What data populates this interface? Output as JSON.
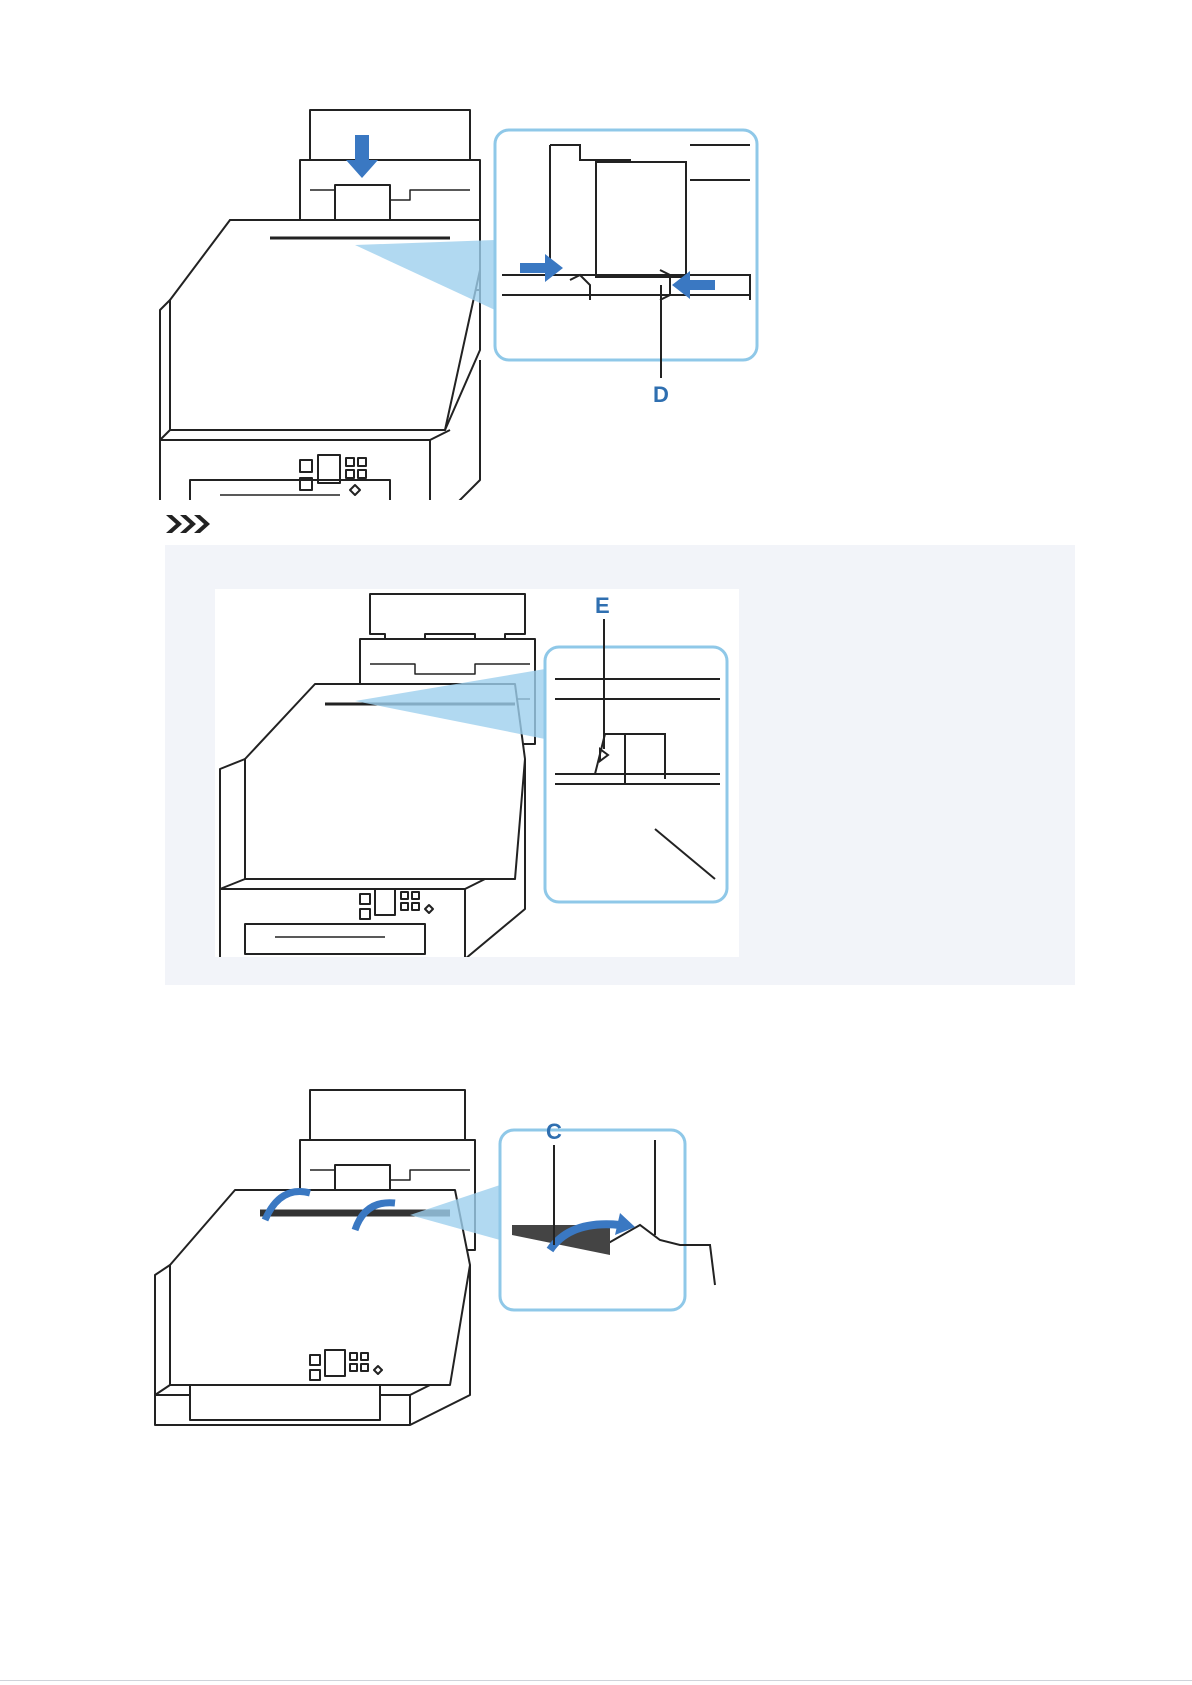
{
  "figures": {
    "guides": {
      "callout": "D"
    },
    "guide_mark": {
      "callout": "E"
    },
    "cover": {
      "callout": "C"
    }
  },
  "note": {
    "icon": "note-chevrons-icon"
  },
  "colors": {
    "accent_blue": "#3a78c2",
    "callout_frame": "#8fc8e8",
    "zoom_beam": "#9ed0ee",
    "note_background": "#f2f4f9",
    "line_art": "#222222"
  }
}
